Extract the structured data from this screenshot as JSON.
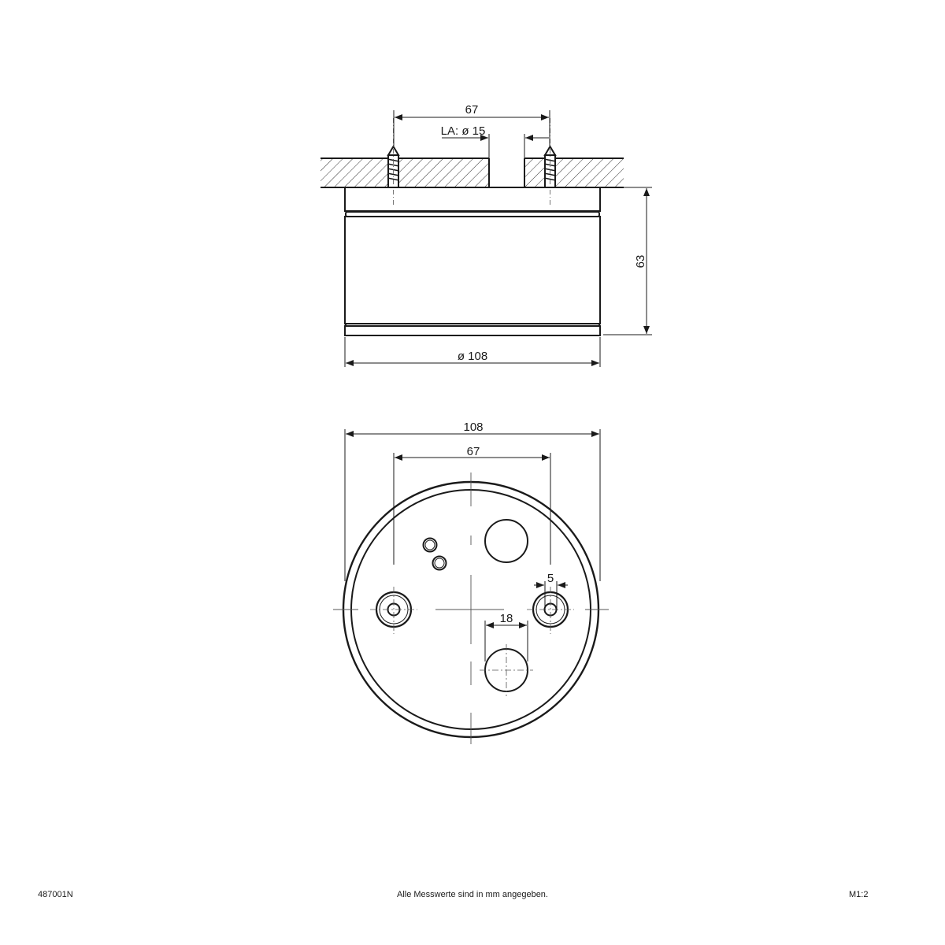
{
  "drawing": {
    "side_view": {
      "dim_screw_spacing": "67",
      "dim_cable_hole": "LA: ø 15",
      "dim_height": "63",
      "dim_diameter": "ø 108"
    },
    "bottom_view": {
      "dim_outer_diameter": "108",
      "dim_screw_spacing": "67",
      "dim_slot_width": "5",
      "dim_hole_diameter": "18"
    },
    "colors": {
      "line": "#1a1a1a",
      "background": "#ffffff",
      "centerline": "#555555"
    }
  },
  "footer": {
    "article_number": "487001N",
    "note": "Alle Messwerte sind in mm angegeben.",
    "scale": "M1:2"
  }
}
